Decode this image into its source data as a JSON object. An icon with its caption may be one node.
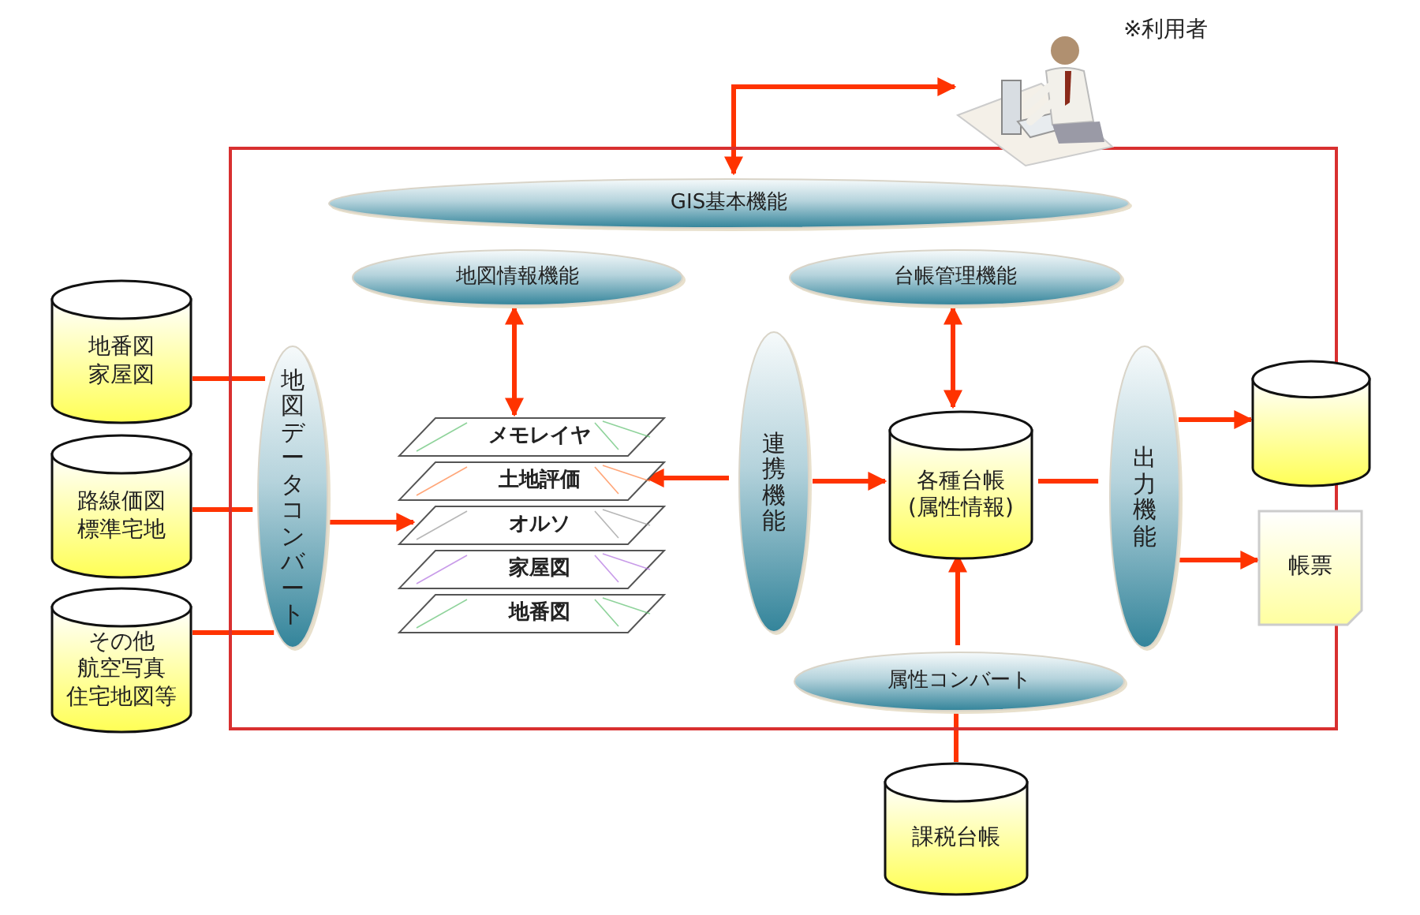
{
  "diagram": {
    "nodes": [
      {
        "text": [],
        "shape": "box"
      },
      {
        "text": [
          "GIS基本機能"
        ],
        "in": 0
      },
      {
        "text": [
          "地図情報機能"
        ],
        "in": 0
      },
      {
        "text": [
          "台帳管理機能"
        ],
        "in": 0
      },
      {
        "text": [
          "地図データコンバート"
        ],
        "in": 0
      },
      {
        "text": [
          "メモレイヤ"
        ],
        "in": 0
      },
      {
        "text": [
          "土地評価"
        ],
        "in": 0
      },
      {
        "text": [
          "オルソ"
        ],
        "in": 0
      },
      {
        "text": [
          "家屋図"
        ],
        "in": 0
      },
      {
        "text": [
          "地番図"
        ],
        "in": 0
      },
      {
        "text": [
          "連携機能"
        ],
        "in": 0
      },
      {
        "text": [
          "各種台帳",
          "(属性情報)"
        ],
        "in": 0
      },
      {
        "text": [
          "出力機能"
        ],
        "in": 0
      },
      {
        "text": [
          "属性コンバート"
        ],
        "in": 0
      },
      {
        "text": [],
        "shape": "cylinder"
      },
      {
        "text": [
          "帳票"
        ]
      },
      {
        "text": [
          "地番図",
          "家屋図"
        ]
      },
      {
        "text": [
          "路線価図",
          "標準宅地"
        ]
      },
      {
        "text": [
          "その他",
          "航空写真",
          "住宅地図等"
        ]
      },
      {
        "text": [
          "課税台帳"
        ]
      },
      {
        "text": [],
        "shape": "person",
        "beside": [
          "※利用者"
        ]
      }
    ],
    "edges": [
      {
        "from": 16,
        "to": 4,
        "arrow": "none"
      },
      {
        "from": 17,
        "to": 4,
        "arrow": "none"
      },
      {
        "from": 18,
        "to": 4,
        "arrow": "none"
      },
      {
        "from": 4,
        "to": 7,
        "arrow": "to"
      },
      {
        "from": 2,
        "to": 5,
        "arrow": "both"
      },
      {
        "from": 10,
        "to": 6,
        "arrow": "to"
      },
      {
        "from": 10,
        "to": 11,
        "arrow": "to"
      },
      {
        "from": 3,
        "to": 11,
        "arrow": "both"
      },
      {
        "from": 13,
        "to": 11,
        "arrow": "to"
      },
      {
        "from": 19,
        "to": 13,
        "arrow": "none"
      },
      {
        "from": 11,
        "to": 12,
        "arrow": "none"
      },
      {
        "from": 12,
        "to": 14,
        "arrow": "to"
      },
      {
        "from": 12,
        "to": 15,
        "arrow": "to"
      },
      {
        "from": 1,
        "to": 20,
        "arrow": "both"
      }
    ]
  }
}
